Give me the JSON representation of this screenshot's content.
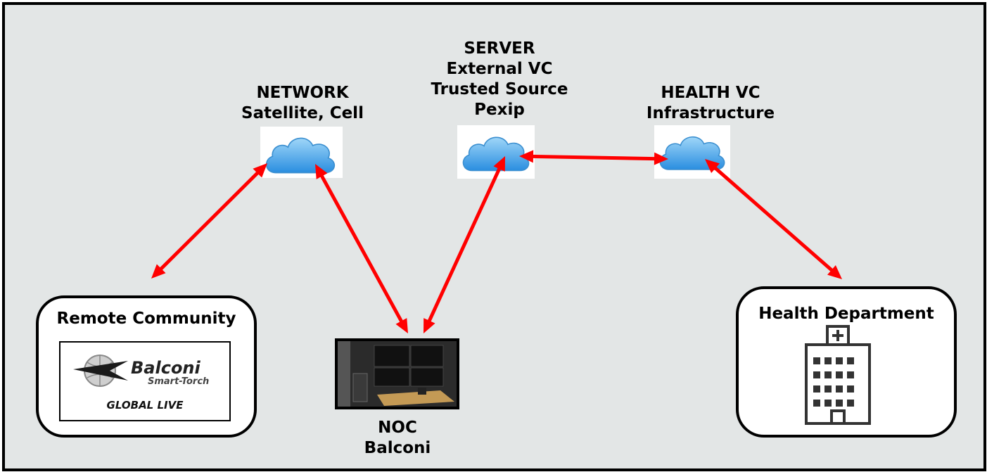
{
  "nodes": {
    "network": {
      "line1": "NETWORK",
      "line2": "Satellite, Cell"
    },
    "server": {
      "line1": "SERVER",
      "line2": "External VC",
      "line3": "Trusted Source",
      "line4": "Pexip"
    },
    "health_vc": {
      "line1": "HEALTH VC",
      "line2": "Infrastructure"
    },
    "remote_community": {
      "title": "Remote Community"
    },
    "noc": {
      "line1": "NOC",
      "line2": "Balconi"
    },
    "health_department": {
      "title": "Health Department"
    }
  },
  "logo": {
    "brand": "Balconi",
    "product": "Smart-Torch",
    "tagline": "GLOBAL LIVE"
  },
  "colors": {
    "arrow": "#ff0000",
    "background": "#e3e6e6",
    "cloud": "#4aa8e8"
  },
  "icons": [
    "cloud-icon",
    "hospital-building-icon",
    "balconi-logo",
    "noc-room-photo"
  ]
}
